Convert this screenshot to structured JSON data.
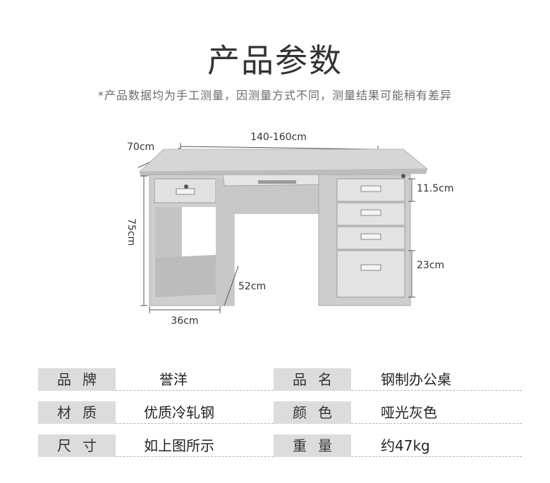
{
  "heading": {
    "title": "产品参数",
    "subtitle": "*产品数据均为手工测量，因测量方式不同，测量结果可能稍有差异"
  },
  "dimensions": {
    "width": "140-160cm",
    "depth": "70cm",
    "height": "75cm",
    "drawer_small": "11.5cm",
    "drawer_large": "23cm",
    "side_depth": "52cm",
    "side_width": "36cm"
  },
  "specs": [
    {
      "label": "品牌",
      "value": "誉洋",
      "label2": "品名",
      "value2": "钢制办公桌"
    },
    {
      "label": "材质",
      "value": "优质冷轧钢",
      "label2": "颜色",
      "value2": "哑光灰色"
    },
    {
      "label": "尺寸",
      "value": "如上图所示",
      "label2": "重量",
      "value2": "约47kg"
    }
  ]
}
